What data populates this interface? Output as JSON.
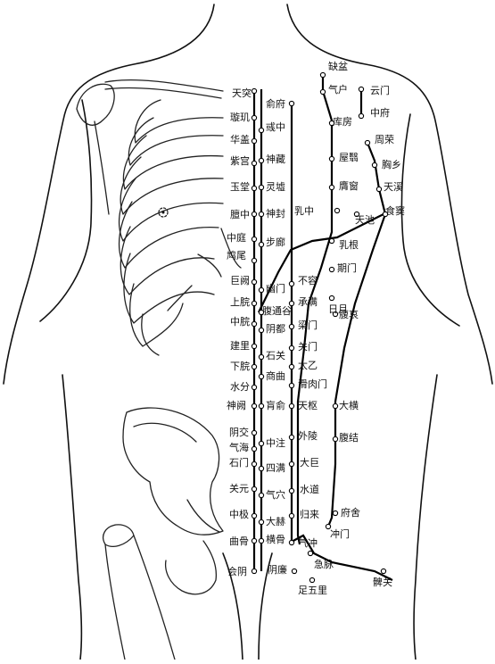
{
  "points": {
    "tiantu": "天突",
    "xuanji": "璇玑",
    "huagai": "华盖",
    "zigong": "紫宫",
    "yutang": "玉堂",
    "tanzhong": "膻中",
    "zhongting": "中庭",
    "jiuwei": "鸠尾",
    "juque": "巨阙",
    "shangwan": "上脘",
    "zhongwan": "中脘",
    "jianli": "建里",
    "xiawan": "下脘",
    "shuifen": "水分",
    "shenque": "神阙",
    "yinjiao": "阴交",
    "qihai": "气海",
    "shimen": "石门",
    "guanyuan": "关元",
    "zhongji": "中极",
    "qugu": "曲骨",
    "huiyin": "会阴",
    "shufu": "俞府",
    "yuzhong": "彧中",
    "shencang": "神藏",
    "lingxu": "灵墟",
    "shenfeng": "神封",
    "bulang": "步廊",
    "youmen": "幽门",
    "futonggu": "腹通谷",
    "yindu": "阴都",
    "shiguan": "石关",
    "shangqu": "商曲",
    "huangshu": "肓俞",
    "zhongzhu": "中注",
    "siman": "四满",
    "qixue": "气穴",
    "dahe": "大赫",
    "henggu": "横骨",
    "burong": "不容",
    "chengman": "承满",
    "liangmen": "梁门",
    "guanmen": "关门",
    "taiyi": "太乙",
    "huaroumen": "滑肉门",
    "tianshu": "天枢",
    "wailing": "外陵",
    "daju": "大巨",
    "shuidao": "水道",
    "guilai": "归来",
    "qichong": "气冲",
    "quepen": "缺盆",
    "qihu": "气户",
    "kufang": "库房",
    "wuyi": "屋翳",
    "yingchuang": "膺窗",
    "ruzhong": "乳中",
    "rugen": "乳根",
    "qimen": "期门",
    "riyue": "日月",
    "yunmen": "云门",
    "zhongfu": "中府",
    "zhourong": "周荣",
    "xiongxiang": "胸乡",
    "tianxi": "天溪",
    "shidou": "食窦",
    "tianchi": "天池",
    "fuai": "腹哀",
    "daheng": "大横",
    "fujie": "腹结",
    "fushe": "府舍",
    "chongmen": "冲门",
    "yinlian": "阴廉",
    "jimai": "急脉",
    "zuwuli": "足五里",
    "biguan": "髀关"
  }
}
